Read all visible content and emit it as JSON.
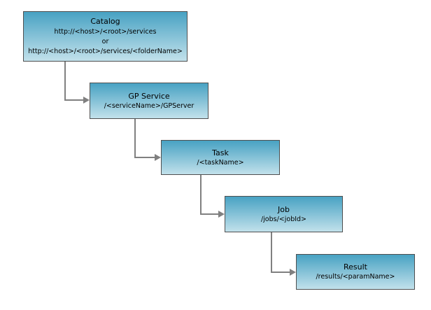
{
  "colors": {
    "box_gradient_top": "#48a2c3",
    "box_gradient_bottom": "#c2e1eb",
    "box_border": "#4f4f4f",
    "connector": "#808080",
    "text": "#000000",
    "background": "#ffffff"
  },
  "diagram": {
    "nodes": [
      {
        "id": "catalog",
        "title": "Catalog",
        "lines": [
          "http://<host>/<root>/services",
          "or",
          "http://<host>/<root>/services/<folderName>"
        ]
      },
      {
        "id": "gp-service",
        "title": "GP Service",
        "lines": [
          "/<serviceName>/GPServer"
        ]
      },
      {
        "id": "task",
        "title": "Task",
        "lines": [
          "/<taskName>"
        ]
      },
      {
        "id": "job",
        "title": "Job",
        "lines": [
          "/jobs/<jobId>"
        ]
      },
      {
        "id": "result",
        "title": "Result",
        "lines": [
          "/results/<paramName>"
        ]
      }
    ],
    "connectors": [
      {
        "from": "catalog",
        "to": "gp-service"
      },
      {
        "from": "gp-service",
        "to": "task"
      },
      {
        "from": "task",
        "to": "job"
      },
      {
        "from": "job",
        "to": "result"
      }
    ]
  }
}
